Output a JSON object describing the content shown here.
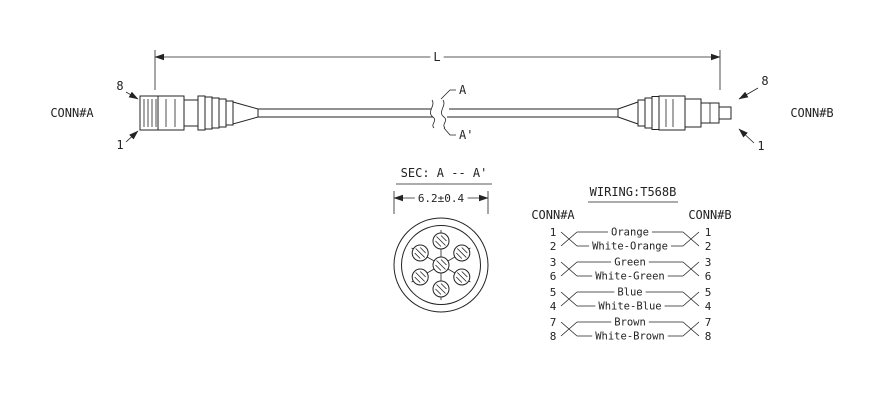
{
  "cable": {
    "conn_a_label": "CONN#A",
    "conn_b_label": "CONN#B",
    "length_label": "L",
    "left_pin_top": "8",
    "left_pin_bottom": "1",
    "right_pin_top": "8",
    "right_pin_bottom": "1",
    "cut_label_top": "A",
    "cut_label_bottom": "A'"
  },
  "section": {
    "title": "SEC: A -- A'",
    "diameter_label": "6.2±0.4"
  },
  "wiring": {
    "title": "WIRING:T568B",
    "conn_a_header": "CONN#A",
    "conn_b_header": "CONN#B",
    "pairs": [
      {
        "pins": [
          "1",
          "2"
        ],
        "colors": [
          "Orange",
          "White-Orange"
        ]
      },
      {
        "pins": [
          "3",
          "6"
        ],
        "colors": [
          "Green",
          "White-Green"
        ]
      },
      {
        "pins": [
          "5",
          "4"
        ],
        "colors": [
          "Blue",
          "White-Blue"
        ]
      },
      {
        "pins": [
          "7",
          "8"
        ],
        "colors": [
          "Brown",
          "White-Brown"
        ]
      }
    ]
  }
}
